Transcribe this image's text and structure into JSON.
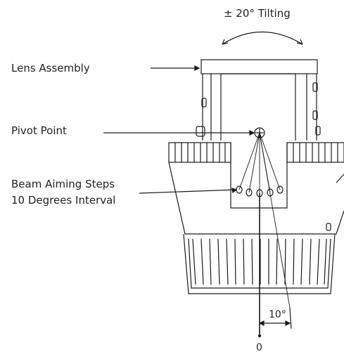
{
  "labels": {
    "tilting": "± 20° Tilting",
    "lens_assembly": "Lens Assembly",
    "pivot_point": "Pivot Point",
    "beam_aiming_line1": "Beam Aiming Steps",
    "beam_aiming_line2": "10 Degrees Interval",
    "angle": "10°",
    "zero": "0"
  },
  "colors": {
    "line": "#1a1a1a",
    "text": "#222222"
  }
}
